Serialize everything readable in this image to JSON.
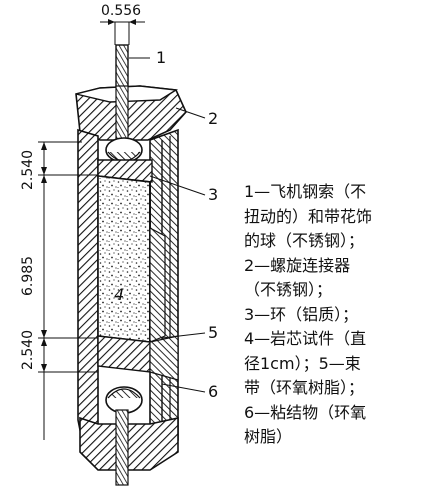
{
  "dimensions": {
    "top_rod_width": "0.556",
    "upper_segment": "2.540",
    "middle_segment": "6.985",
    "lower_segment": "2.540"
  },
  "callouts": [
    "1",
    "2",
    "3",
    "4",
    "5",
    "6"
  ],
  "specimen_label": "4",
  "legend_lines": [
    "1—飞机钢索（不",
    "扭动的）和带花饰",
    "的球（不锈钢）；",
    "2—螺旋连接器",
    "（不锈钢）；",
    "3—环（铝质）；",
    "4—岩芯试件（直",
    "径1cm）；5—束",
    "带（环氧树脂）；",
    "6—粘结物（环氧",
    "树脂）"
  ]
}
